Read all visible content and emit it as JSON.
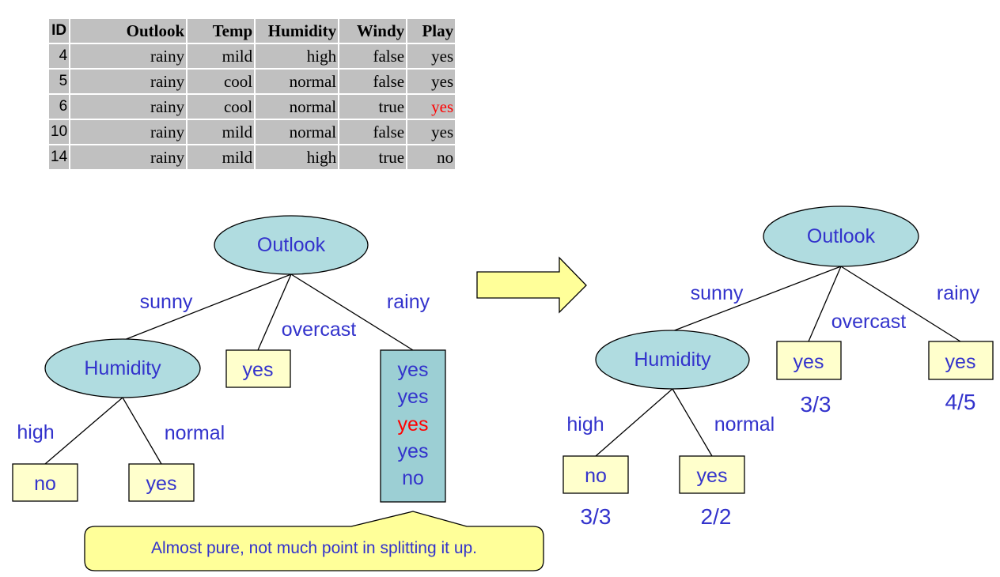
{
  "table": {
    "headers": [
      "ID",
      "Outlook",
      "Temp",
      "Humidity",
      "Windy",
      "Play"
    ],
    "rows": [
      [
        "4",
        "rainy",
        "mild",
        "high",
        "false",
        "yes"
      ],
      [
        "5",
        "rainy",
        "cool",
        "normal",
        "false",
        "yes"
      ],
      [
        "6",
        "rainy",
        "cool",
        "normal",
        "true",
        "yes"
      ],
      [
        "10",
        "rainy",
        "mild",
        "normal",
        "false",
        "yes"
      ],
      [
        "14",
        "rainy",
        "mild",
        "high",
        "true",
        "no"
      ]
    ]
  },
  "left_tree": {
    "root": "Outlook",
    "edge_sunny": "sunny",
    "edge_overcast": "overcast",
    "edge_rainy": "rainy",
    "humidity": "Humidity",
    "edge_high": "high",
    "edge_normal": "normal",
    "leaf_overcast": "yes",
    "leaf_high": "no",
    "leaf_normal": "yes",
    "rainy_leaf": [
      "yes",
      "yes",
      "yes",
      "yes",
      "no"
    ]
  },
  "right_tree": {
    "root": "Outlook",
    "edge_sunny": "sunny",
    "edge_overcast": "overcast",
    "edge_rainy": "rainy",
    "humidity": "Humidity",
    "edge_high": "high",
    "edge_normal": "normal",
    "leaf_overcast": "yes",
    "leaf_rainy": "yes",
    "leaf_high": "no",
    "leaf_normal": "yes",
    "frac_overcast": "3/3",
    "frac_rainy": "4/5",
    "frac_high": "3/3",
    "frac_normal": "2/2"
  },
  "callout": {
    "text": "Almost pure, not much point in splitting it up."
  },
  "colors": {
    "node_fill": "#b0dce0",
    "leaf_fill": "#ffffcc",
    "rainy_leaf_fill": "#9ccfd4",
    "callout_fill": "#ffff99",
    "label_blue": "#3333cc",
    "highlight_red": "#ff0000"
  }
}
